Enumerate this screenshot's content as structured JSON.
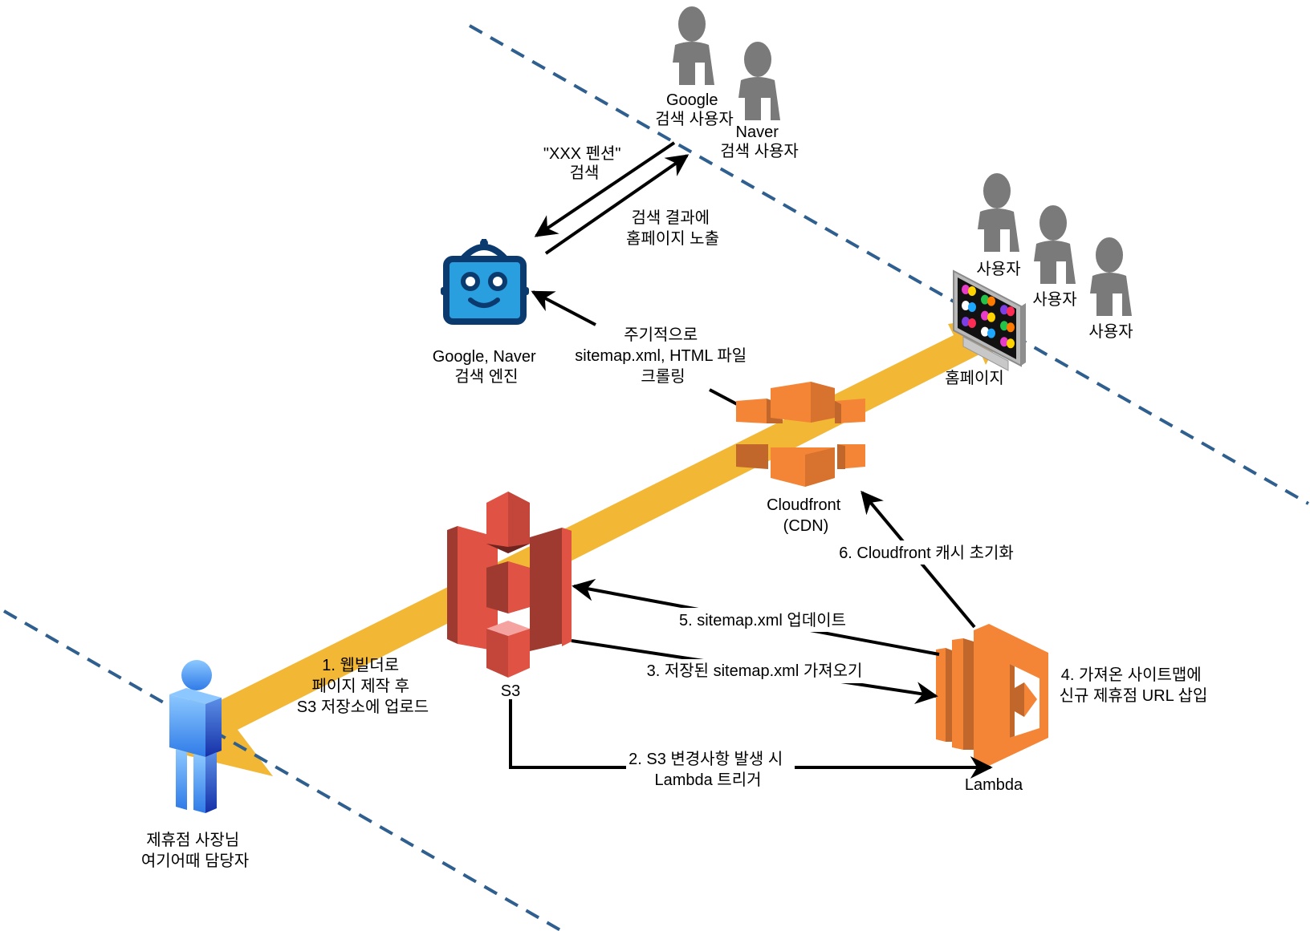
{
  "colors": {
    "background": "#ffffff",
    "boundary_dash": "#2e5f8e",
    "flow_band": "#f2b735",
    "person_gray": "#7a7a7a",
    "s3_light": "#e05243",
    "s3_dark": "#9e3a30",
    "s3_mid": "#c4453a",
    "s3_top": "#f5a3a0",
    "aws_orange": "#f58536",
    "aws_orange_dark": "#c1672b",
    "robot_blue": "#2a9fe0",
    "robot_outline": "#0b3a6e",
    "user_blue_light": "#6bb5ff",
    "user_blue_dark": "#1a40b8",
    "arrow": "#000000"
  },
  "nodes": {
    "google_users": {
      "label_lines": [
        "Google",
        "검색 사용자"
      ],
      "icon": "person-icon"
    },
    "naver_users": {
      "label_lines": [
        "Naver",
        "검색 사용자"
      ],
      "icon": "person-icon"
    },
    "search_engine": {
      "label_lines": [
        "Google, Naver",
        "검색 엔진"
      ],
      "icon": "robot-icon"
    },
    "homepage": {
      "label": "홈페이지",
      "icon": "monitor-icon"
    },
    "site_users": [
      {
        "label": "사용자",
        "icon": "person-icon"
      },
      {
        "label": "사용자",
        "icon": "person-icon"
      },
      {
        "label": "사용자",
        "icon": "person-icon"
      }
    ],
    "cloudfront": {
      "label_lines": [
        "Cloudfront",
        "(CDN)"
      ],
      "icon": "cloudfront-icon"
    },
    "s3": {
      "label": "S3",
      "icon": "s3-bucket-icon"
    },
    "lambda": {
      "label": "Lambda",
      "icon": "lambda-icon"
    },
    "partner": {
      "label_lines": [
        "제휴점 사장님",
        "여기어때 담당자"
      ],
      "icon": "user-icon"
    }
  },
  "edges": {
    "search_query": {
      "label_lines": [
        "\"XXX 펜션\"",
        "검색"
      ]
    },
    "search_result": {
      "label_lines": [
        "검색 결과에",
        "홈페이지 노출"
      ]
    },
    "crawl": {
      "label_lines": [
        "주기적으로",
        "sitemap.xml, HTML 파일",
        "크롤링"
      ]
    },
    "step1_upload": {
      "label_lines": [
        "1. 웹빌더로",
        "페이지 제작 후",
        "S3 저장소에 업로드"
      ]
    },
    "step2_trigger": {
      "label_lines": [
        "2. S3 변경사항 발생 시",
        "Lambda 트리거"
      ]
    },
    "step3_fetch": {
      "label": "3. 저장된 sitemap.xml 가져오기"
    },
    "step4_insert": {
      "label_lines": [
        "4. 가져온 사이트맵에",
        "신규 제휴점 URL 삽입"
      ]
    },
    "step5_update": {
      "label": "5. sitemap.xml 업데이트"
    },
    "step6_invalidate": {
      "label": "6. Cloudfront 캐시 초기화"
    }
  }
}
